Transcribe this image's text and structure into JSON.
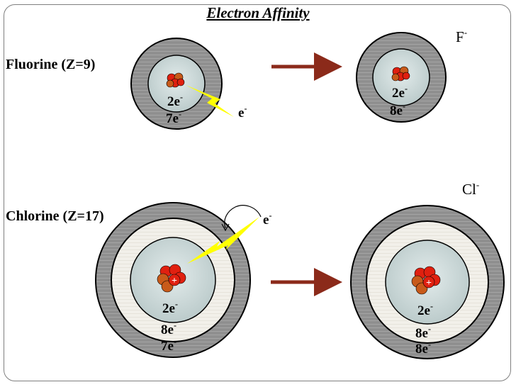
{
  "title": "Electron Affinity",
  "fluorine": {
    "label": "Fluorine  (Z=9)",
    "atom_shells": [
      "2e",
      "7e"
    ],
    "ion_symbol": "F",
    "ion_charge": "-",
    "ion_shells": [
      "2e",
      "8e"
    ],
    "added_electron": "e",
    "electron_charge": "-"
  },
  "chlorine": {
    "label": "Chlorine (Z=17)",
    "atom_shells": [
      "2e",
      "8e",
      "7e"
    ],
    "ion_symbol": "Cl",
    "ion_charge": "-",
    "ion_shells": [
      "2e",
      "8e",
      "8e"
    ],
    "added_electron": "e",
    "electron_charge": "-"
  },
  "nucleus_symbol": "+",
  "colors": {
    "arrow": "#8b2a1a",
    "lightning": "#ffff00",
    "nucleus": "#e02010",
    "nucleus_brown": "#c85a1a",
    "core": "#cfdcdc",
    "inner_ring": "#f2f0ea",
    "outer_ring": "#8f8f8f"
  }
}
